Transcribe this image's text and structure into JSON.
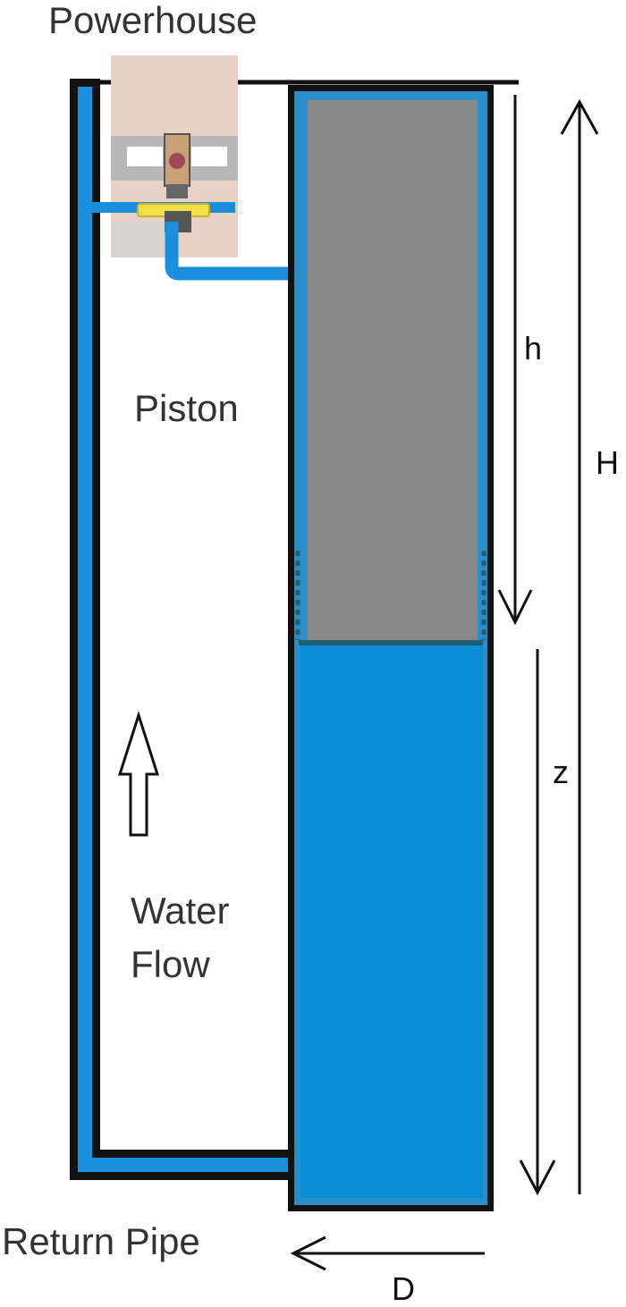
{
  "labels": {
    "powerhouse": "Powerhouse",
    "piston": "Piston",
    "water_flow_line1": "Water",
    "water_flow_line2": "Flow",
    "return_pipe": "Return Pipe"
  },
  "dimensions": {
    "h": "h",
    "H": "H",
    "z": "z",
    "D": "D"
  },
  "colors": {
    "water": "#0a8ed8",
    "piston": "#888888",
    "pipe": "#1a8fdb",
    "outline": "#111111",
    "powerhouse": "#e8d2c8",
    "valve": "#f2e046"
  },
  "icons": [
    "up-arrow-icon",
    "left-arrow-icon"
  ]
}
